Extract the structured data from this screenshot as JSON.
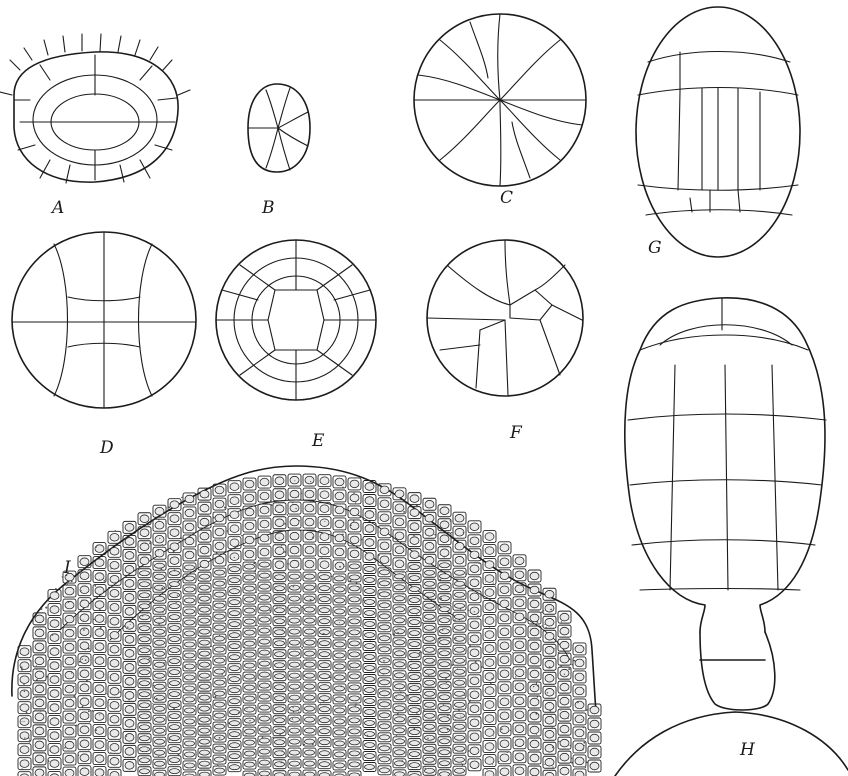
{
  "figure": {
    "panel_labels": {
      "A": "A",
      "B": "B",
      "C": "C",
      "D": "D",
      "E": "E",
      "F": "F",
      "G": "G",
      "H": "H",
      "I": "I"
    }
  }
}
